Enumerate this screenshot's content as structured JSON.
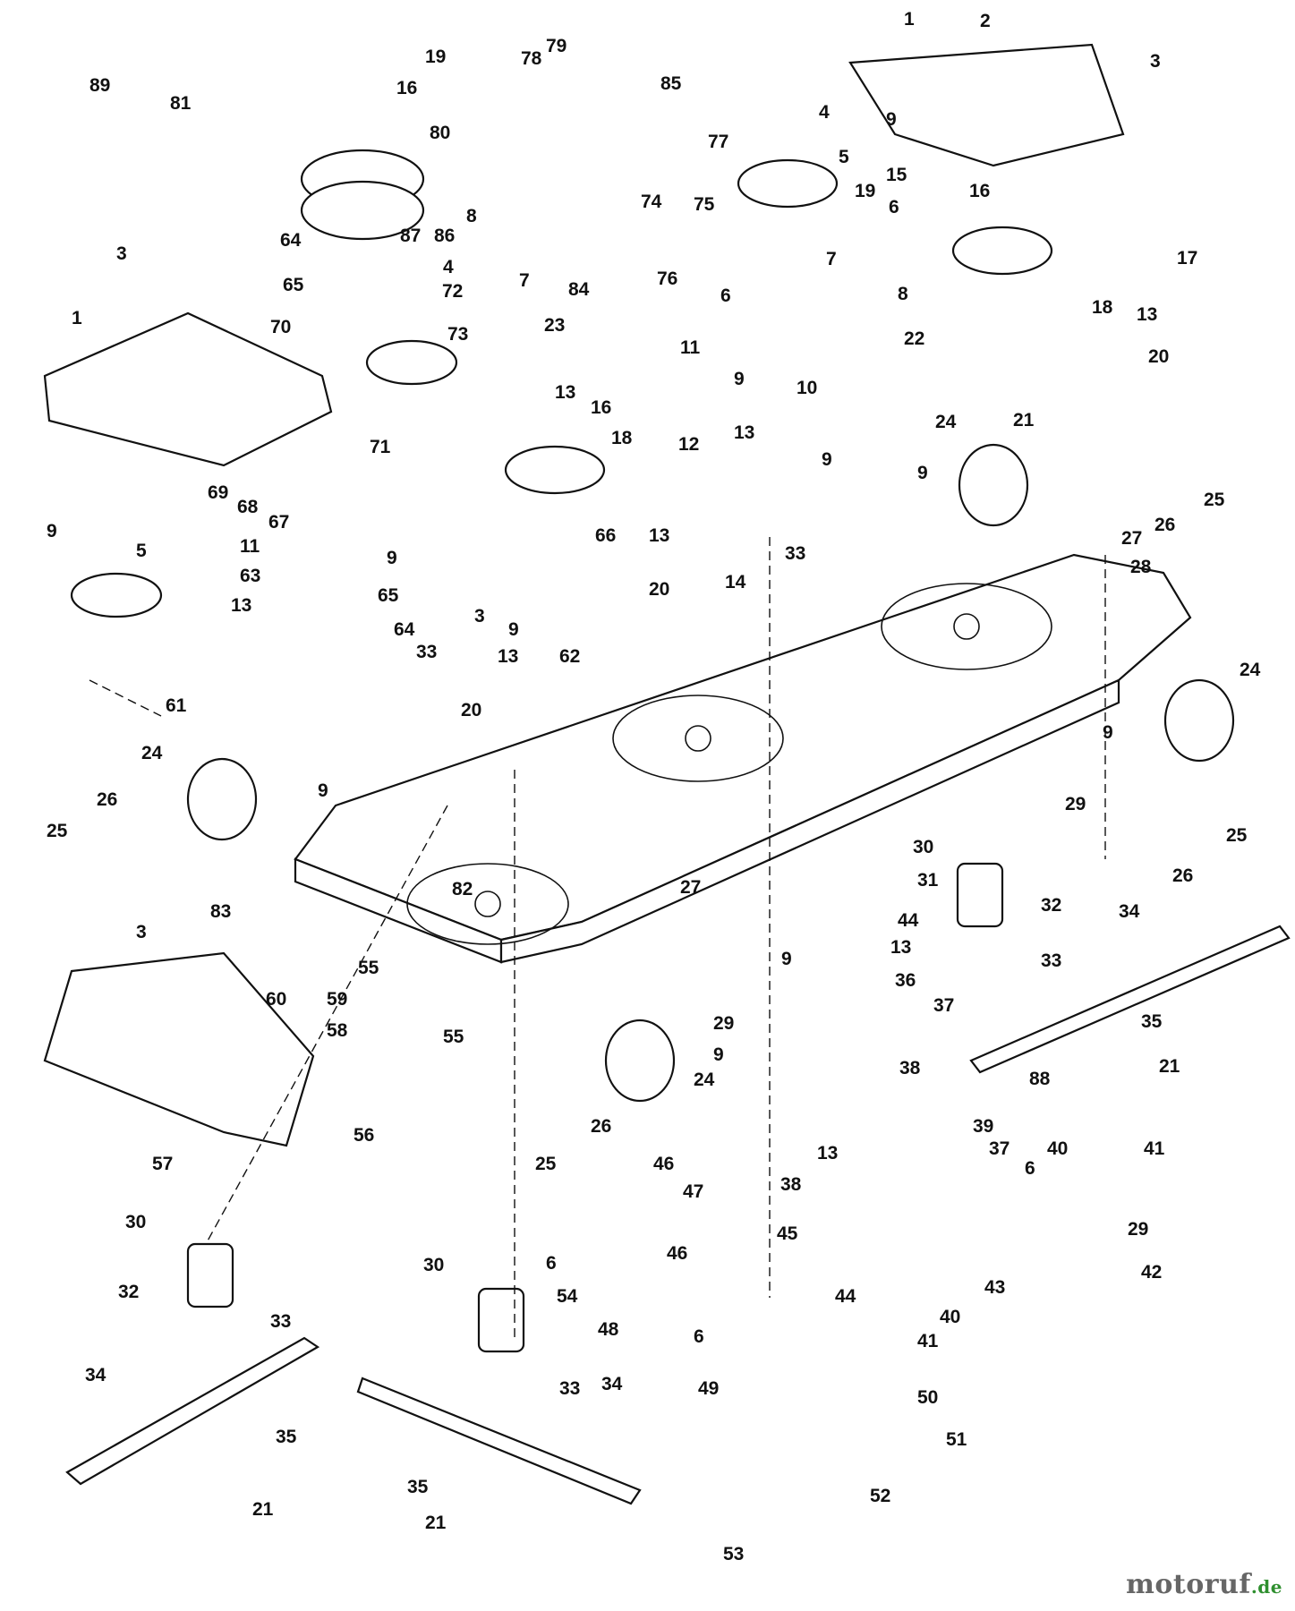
{
  "diagram": {
    "labels": [
      "1",
      "2",
      "3",
      "4",
      "5",
      "6",
      "7",
      "8",
      "9",
      "10",
      "11",
      "12",
      "13",
      "14",
      "15",
      "16",
      "17",
      "18",
      "19",
      "20",
      "21",
      "22",
      "23",
      "24",
      "25",
      "26",
      "27",
      "28",
      "29",
      "30",
      "31",
      "32",
      "33",
      "34",
      "35",
      "36",
      "37",
      "38",
      "39",
      "40",
      "41",
      "42",
      "43",
      "44",
      "45",
      "46",
      "47",
      "48",
      "49",
      "50",
      "51",
      "52",
      "53",
      "54",
      "55",
      "56",
      "57",
      "58",
      "59",
      "60",
      "61",
      "62",
      "63",
      "64",
      "65",
      "66",
      "67",
      "68",
      "69",
      "70",
      "71",
      "72",
      "73",
      "74",
      "75",
      "76",
      "77",
      "78",
      "79",
      "80",
      "81",
      "82",
      "83",
      "84",
      "85",
      "86",
      "87",
      "88",
      "89"
    ]
  },
  "watermark": {
    "main": "motoruf",
    "tld": ".de"
  }
}
